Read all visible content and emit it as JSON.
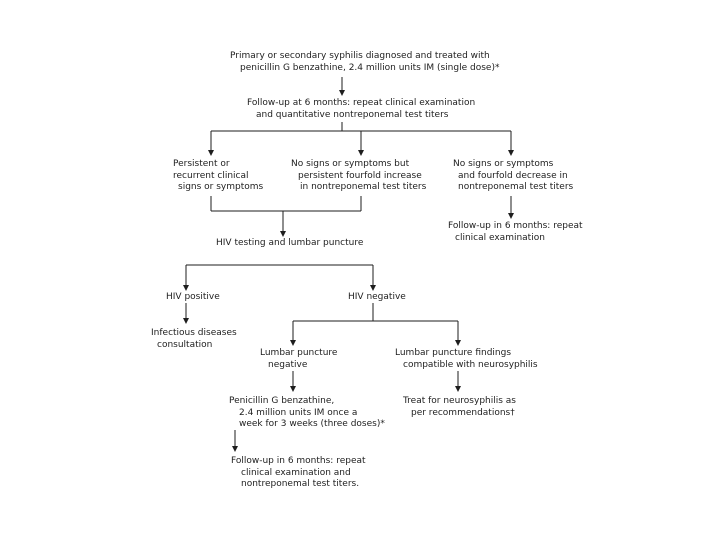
{
  "nodes": {
    "start": {
      "lines": [
        "Primary or secondary syphilis diagnosed and treated with",
        "penicillin G benzathine, 2.4 million units IM (single dose)*"
      ]
    },
    "followup6": {
      "lines": [
        "Follow-up at 6 months: repeat clinical examination",
        "and quantitative nontreponemal test titers"
      ]
    },
    "persistent": {
      "lines": [
        "Persistent or",
        "recurrent clinical",
        "signs or symptoms"
      ]
    },
    "no_signs_increase": {
      "lines": [
        "No signs or symptoms but",
        "persistent fourfold increase",
        "in nontreponemal test titers"
      ]
    },
    "no_signs_decrease": {
      "lines": [
        "No signs or symptoms",
        "and fourfold decrease in",
        "nontreponemal test titers"
      ]
    },
    "followup_repeat": {
      "lines": [
        "Follow-up in 6 months: repeat",
        "clinical examination"
      ]
    },
    "hiv_lp": {
      "lines": [
        "HIV testing and lumbar puncture"
      ]
    },
    "hiv_pos": {
      "lines": [
        "HIV positive"
      ]
    },
    "hiv_neg": {
      "lines": [
        "HIV negative"
      ]
    },
    "infectious": {
      "lines": [
        "Infectious diseases",
        "consultation"
      ]
    },
    "lp_neg": {
      "lines": [
        "Lumbar puncture",
        "negative"
      ]
    },
    "lp_findings": {
      "lines": [
        "Lumbar puncture findings",
        "compatible with neurosyphilis"
      ]
    },
    "penicillin_weekly": {
      "lines": [
        "Penicillin G benzathine,",
        "2.4 million units IM once a",
        "week for 3 weeks (three doses)*"
      ]
    },
    "treat_neuro": {
      "lines": [
        "Treat for neurosyphilis as",
        "per recommendations†"
      ]
    },
    "followup_final": {
      "lines": [
        "Follow-up in 6 months: repeat",
        "clinical examination and",
        "nontreponemal test titers."
      ]
    }
  }
}
